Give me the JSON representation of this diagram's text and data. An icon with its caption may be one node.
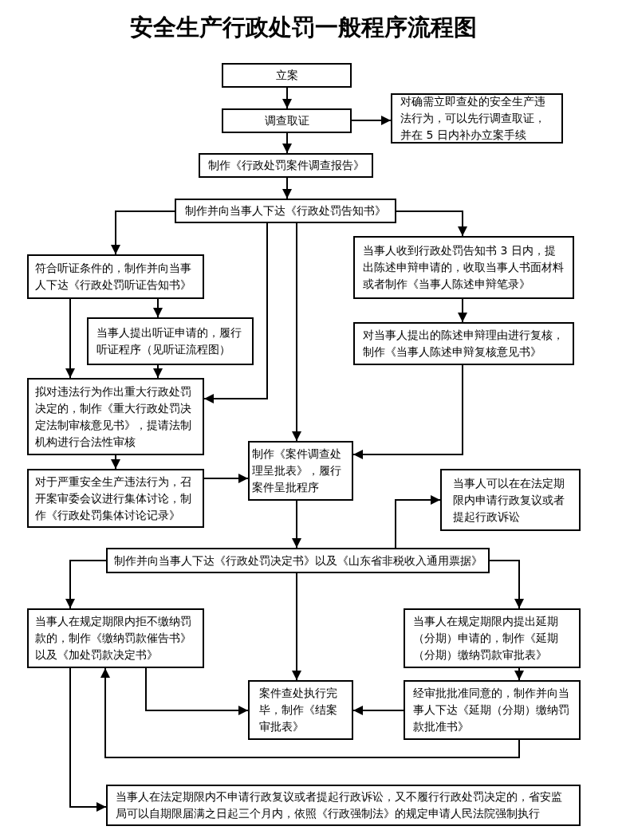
{
  "diagram": {
    "title": "安全生产行政处罚一般程序流程图",
    "nodes": [
      {
        "text": [
          "立案"
        ]
      },
      {
        "text": [
          "调查取证"
        ]
      },
      {
        "text": [
          "对确需立即查处的安全生产违法行为，可以先行调查取证，并在 5 日内补办立案手续"
        ]
      },
      {
        "text": [
          "制作《行政处罚案件调查报告》"
        ]
      },
      {
        "text": [
          "制作并向当事人下达《行政处罚告知书》"
        ]
      },
      {
        "text": [
          "符合听证条件的，制作并向当事人下达《行政处罚听证告知书》"
        ]
      },
      {
        "text": [
          "当事人提出听证申请的，履行听证程序（见听证流程图）"
        ]
      },
      {
        "text": [
          "当事人收到行政处罚告知书 3 日内，提出陈述申辩申请的，收取当事人书面材料或者制作《当事人陈述申辩笔录》"
        ]
      },
      {
        "text": [
          "对当事人提出的陈述申辩理由进行复核，制作《当事人陈述申辩复核意见书》"
        ]
      },
      {
        "text": [
          "拟对违法行为作出重大行政处罚决定的，制作《重大行政处罚决定法制审核意见书》，提请法制机构进行合法性审核"
        ]
      },
      {
        "text": [
          "对于严重安全生产违法行为，召开案审委会议进行集体讨论，制作《行政处罚集体讨论记录》"
        ]
      },
      {
        "text": [
          "制作《案件调查处理呈批表》，履行案件呈批程序"
        ]
      },
      {
        "text": [
          "当事人可以在在法定期限内申请行政复议或者提起行政诉讼"
        ]
      },
      {
        "text": [
          "制作并向当事人下达《行政处罚决定书》以及《山东省非税收入通用票据》"
        ]
      },
      {
        "text": [
          "当事人在规定期限内拒不缴纳罚款的，制作《缴纳罚款催告书》以及《加处罚款决定书》"
        ]
      },
      {
        "text": [
          "当事人在规定期限内提出延期（分期）申请的，制作《延期（分期）缴纳罚款审批表》"
        ]
      },
      {
        "text": [
          "案件查处执行完毕，制作《结案审批表》"
        ]
      },
      {
        "text": [
          "经审批批准同意的，制作并向当事人下达《延期（分期）缴纳罚款批准书》"
        ]
      },
      {
        "text": [
          "当事人在法定期限内不申请行政复议或者提起行政诉讼，又不履行行政处罚决定的，省安监局可以自期限届满之日起三个月内，依照《行政强制法》的规定申请人民法院强制执行"
        ]
      }
    ],
    "edges": [
      {
        "from": 0,
        "to": 1,
        "arrow": "to"
      },
      {
        "from": 1,
        "to": 2,
        "arrow": "to"
      },
      {
        "from": 1,
        "to": 3,
        "arrow": "to"
      },
      {
        "from": 3,
        "to": 4,
        "arrow": "to"
      },
      {
        "from": 4,
        "to": 5,
        "arrow": "to"
      },
      {
        "from": 4,
        "to": 7,
        "arrow": "to"
      },
      {
        "from": 4,
        "to": 9,
        "arrow": "to"
      },
      {
        "from": 4,
        "to": 11,
        "arrow": "to"
      },
      {
        "from": 5,
        "to": 6,
        "arrow": "to"
      },
      {
        "from": 5,
        "to": 9,
        "arrow": "to"
      },
      {
        "from": 6,
        "to": 9,
        "arrow": "to"
      },
      {
        "from": 7,
        "to": 8,
        "arrow": "to"
      },
      {
        "from": 8,
        "to": 11,
        "arrow": "to"
      },
      {
        "from": 9,
        "to": 10,
        "arrow": "to"
      },
      {
        "from": 10,
        "to": 11,
        "arrow": "to"
      },
      {
        "from": 11,
        "to": 13,
        "arrow": "to"
      },
      {
        "from": 13,
        "to": 12,
        "arrow": "to"
      },
      {
        "from": 13,
        "to": 14,
        "arrow": "to"
      },
      {
        "from": 13,
        "to": 15,
        "arrow": "to"
      },
      {
        "from": 13,
        "to": 16,
        "arrow": "to"
      },
      {
        "from": 14,
        "to": 16,
        "arrow": "to"
      },
      {
        "from": 14,
        "to": 18,
        "arrow": "to"
      },
      {
        "from": 15,
        "to": 17,
        "arrow": "to"
      },
      {
        "from": 17,
        "to": 16,
        "arrow": "to"
      },
      {
        "from": 17,
        "to": 14,
        "arrow": "to"
      }
    ]
  }
}
